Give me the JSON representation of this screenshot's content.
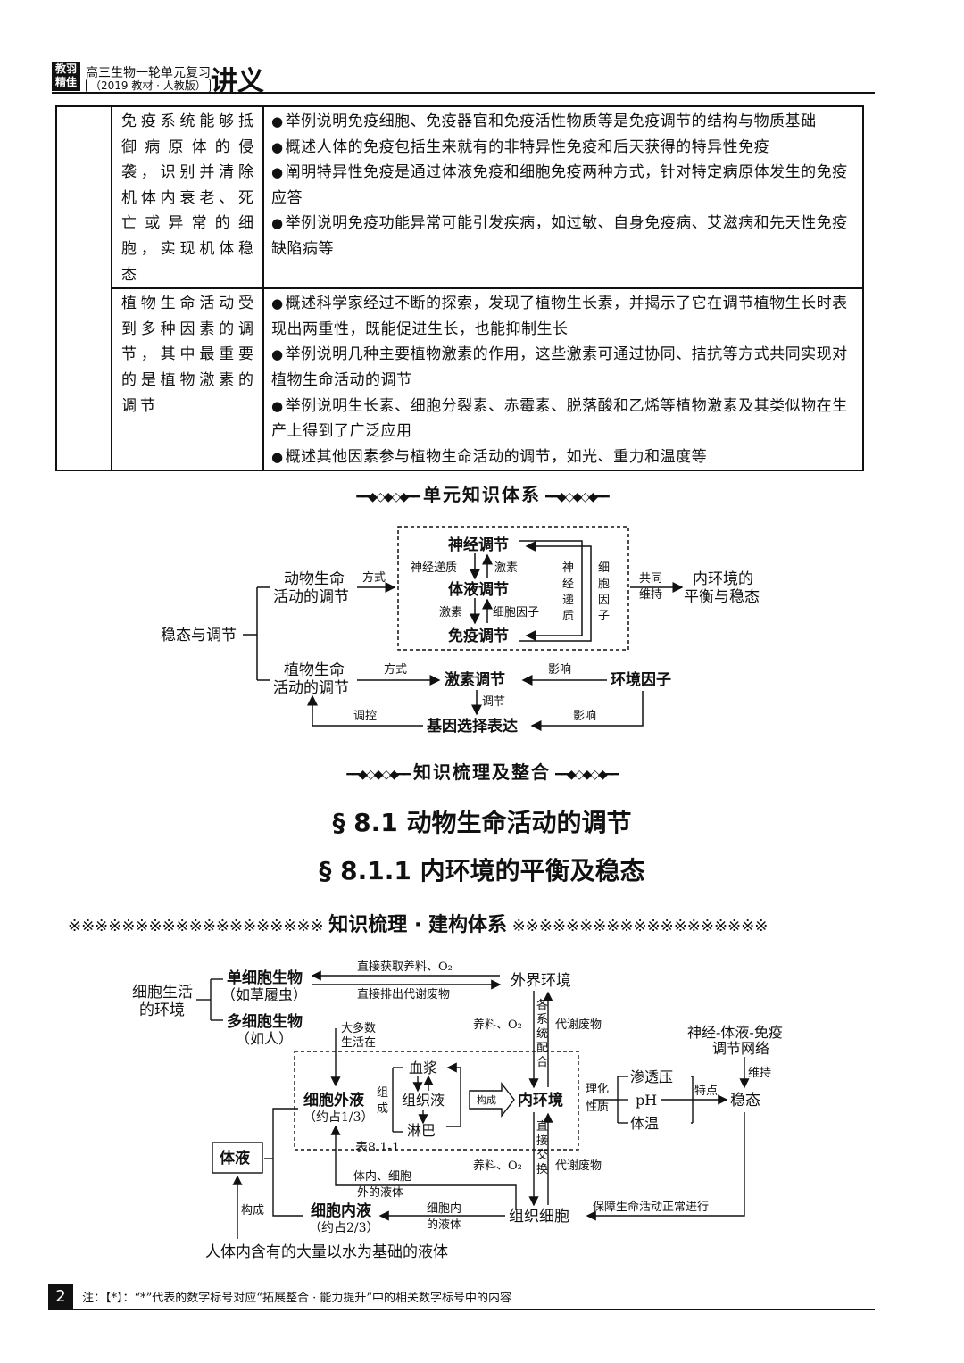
{
  "header": {
    "logo": "教羽精佳",
    "series_title": "高三生物一轮单元复习",
    "edition": "（2019 教材 · 人教版）",
    "doc_type": "讲义"
  },
  "table": {
    "rows": [
      {
        "concept": "免疫系统能够抵御病原体的侵袭，识别并清除机体内衰老、死亡或异常的细胞，实现机体稳态",
        "points": [
          "举例说明免疫细胞、免疫器官和免疫活性物质等是免疫调节的结构与物质基础",
          "概述人体的免疫包括生来就有的非特异性免疫和后天获得的特异性免疫",
          "阐明特异性免疫是通过体液免疫和细胞免疫两种方式，针对特定病原体发生的免疫应答",
          "举例说明免疫功能异常可能引发疾病，如过敏、自身免疫病、艾滋病和先天性免疫缺陷病等"
        ]
      },
      {
        "concept": "植物生命活动受到多种因素的调节，其中最重要的是植物激素的调节",
        "points": [
          "概述科学家经过不断的探索，发现了植物生长素，并揭示了它在调节植物生长时表现出两重性，既能促进生长，也能抑制生长",
          "举例说明几种主要植物激素的作用，这些激素可通过协同、拮抗等方式共同实现对植物生命活动的调节",
          "举例说明生长素、细胞分裂素、赤霉素、脱落酸和乙烯等植物激素及其类似物在生产上得到了广泛应用",
          "概述其他因素参与植物生命活动的调节，如光、重力和温度等"
        ]
      }
    ]
  },
  "sections": {
    "unit_system": "单元知识体系",
    "knowledge_review": "知识梳理及整合",
    "chapter_title": "§ 8.1 动物生命活动的调节",
    "subchapter_title": "§ 8.1.1 内环境的平衡及稳态",
    "subsection": "知识梳理 · 建构体系",
    "star_left": "※※※※※※※※※※※※※※※※※※※",
    "star_right": "※※※※※※※※※※※※※※※※※※※"
  },
  "diagram1": {
    "root": "稳态与调节",
    "animal": [
      "动物生命",
      "活动的调节"
    ],
    "plant": [
      "植物生命",
      "活动的调节"
    ],
    "way1": "方式",
    "way2": "方式",
    "nerve": "神经调节",
    "humoral": "体液调节",
    "immune": "免疫调节",
    "neurotransmitter": "神经递质",
    "hormone1": "激素",
    "hormone2": "激素",
    "cytokine": "细胞因子",
    "vertical_nt": "神经递质",
    "vertical_cf": "细胞因子",
    "co_maintain": [
      "共同",
      "维持"
    ],
    "result": [
      "内环境的",
      "平衡与稳态"
    ],
    "hormone_reg": "激素调节",
    "env_factor": "环境因子",
    "affect1": "影响",
    "affect2": "影响",
    "regulate": "调节",
    "control": "调控",
    "gene_expr": "基因选择表达"
  },
  "diagram2": {
    "cell_env": [
      "细胞生活",
      "的环境"
    ],
    "unicell": "单细胞生物",
    "unicell_ex": "（如草履虫）",
    "multicell": "多细胞生物",
    "multicell_ex": "（如人）",
    "absorb": "直接获取养料、O₂",
    "excrete": "直接排出代谢废物",
    "outer_env": "外界环境",
    "mostly_live": [
      "大多数",
      "生活在"
    ],
    "nutrients1": "养料、O₂",
    "waste1": "代谢废物",
    "systems": "各系统配合",
    "extracellular": "细胞外液",
    "ext_ratio": "（约占1/3）",
    "compose_v": "组成",
    "plasma": "血浆",
    "tissue_fluid": "组织液",
    "lymph": "淋巴",
    "constitutes": "构成",
    "internal_env": "内环境",
    "phys_chem": [
      "理化",
      "性质"
    ],
    "osmotic": "渗透压",
    "ph": "pH",
    "temp": "体温",
    "feature": "特点",
    "homeostasis": "稳态",
    "network": [
      "神经-体液-免疫",
      "调节网络"
    ],
    "maintain": "维持",
    "table_ref": "表8.1-1",
    "direct_exchange": "直接交换",
    "nutrients2": "养料、O₂",
    "waste2": "代谢废物",
    "body_fluid": "体液",
    "in_vivo_ext": [
      "体内、细胞",
      "外的液体"
    ],
    "intracellular": "细胞内液",
    "int_ratio": "（约占2/3）",
    "in_cell": [
      "细胞内",
      "的液体"
    ],
    "tissue_cell": "组织细胞",
    "guarantee": "保障生命活动正常进行",
    "compose2": "构成",
    "definition": "人体内含有的大量以水为基础的液体"
  },
  "footer": {
    "page": "2",
    "note": "注：【*】：“*”代表的数字标号对应“拓展整合 · 能力提升”中的相关数字标号中的内容"
  }
}
